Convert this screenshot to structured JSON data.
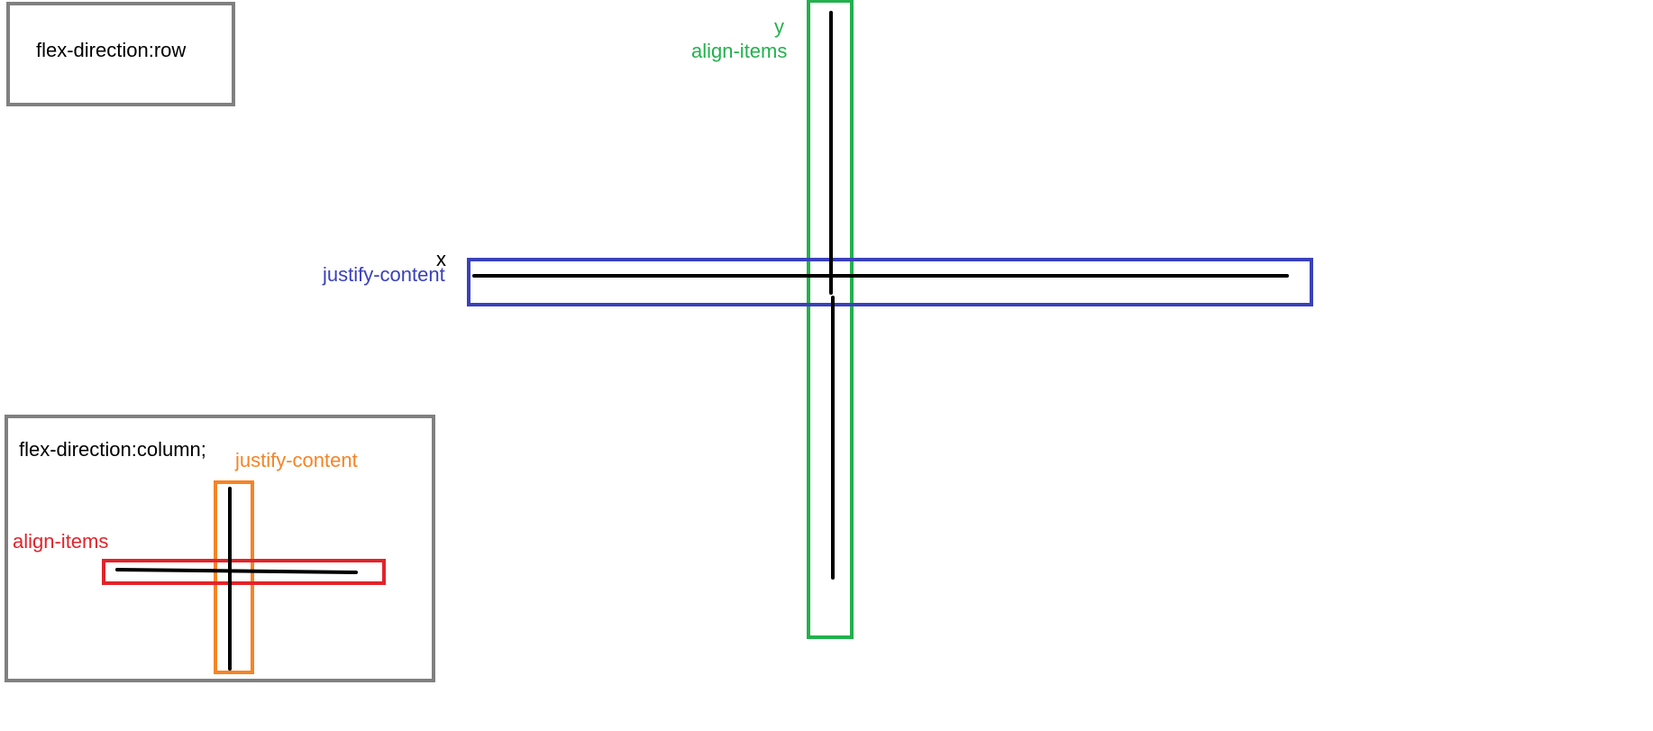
{
  "row_panel": {
    "label": "flex-direction:row"
  },
  "main_axes": {
    "x_label": "x",
    "y_label": "y",
    "horizontal_label": "justify-content",
    "vertical_label": "align-items"
  },
  "column_panel": {
    "label": "flex-direction:column;",
    "vertical_label": "justify-content",
    "horizontal_label": "align-items"
  },
  "colors": {
    "panel_border": "#808080",
    "line": "#000000",
    "blue": "#3a41bb",
    "green": "#22b14c",
    "orange": "#f58426",
    "red": "#e3232a"
  }
}
